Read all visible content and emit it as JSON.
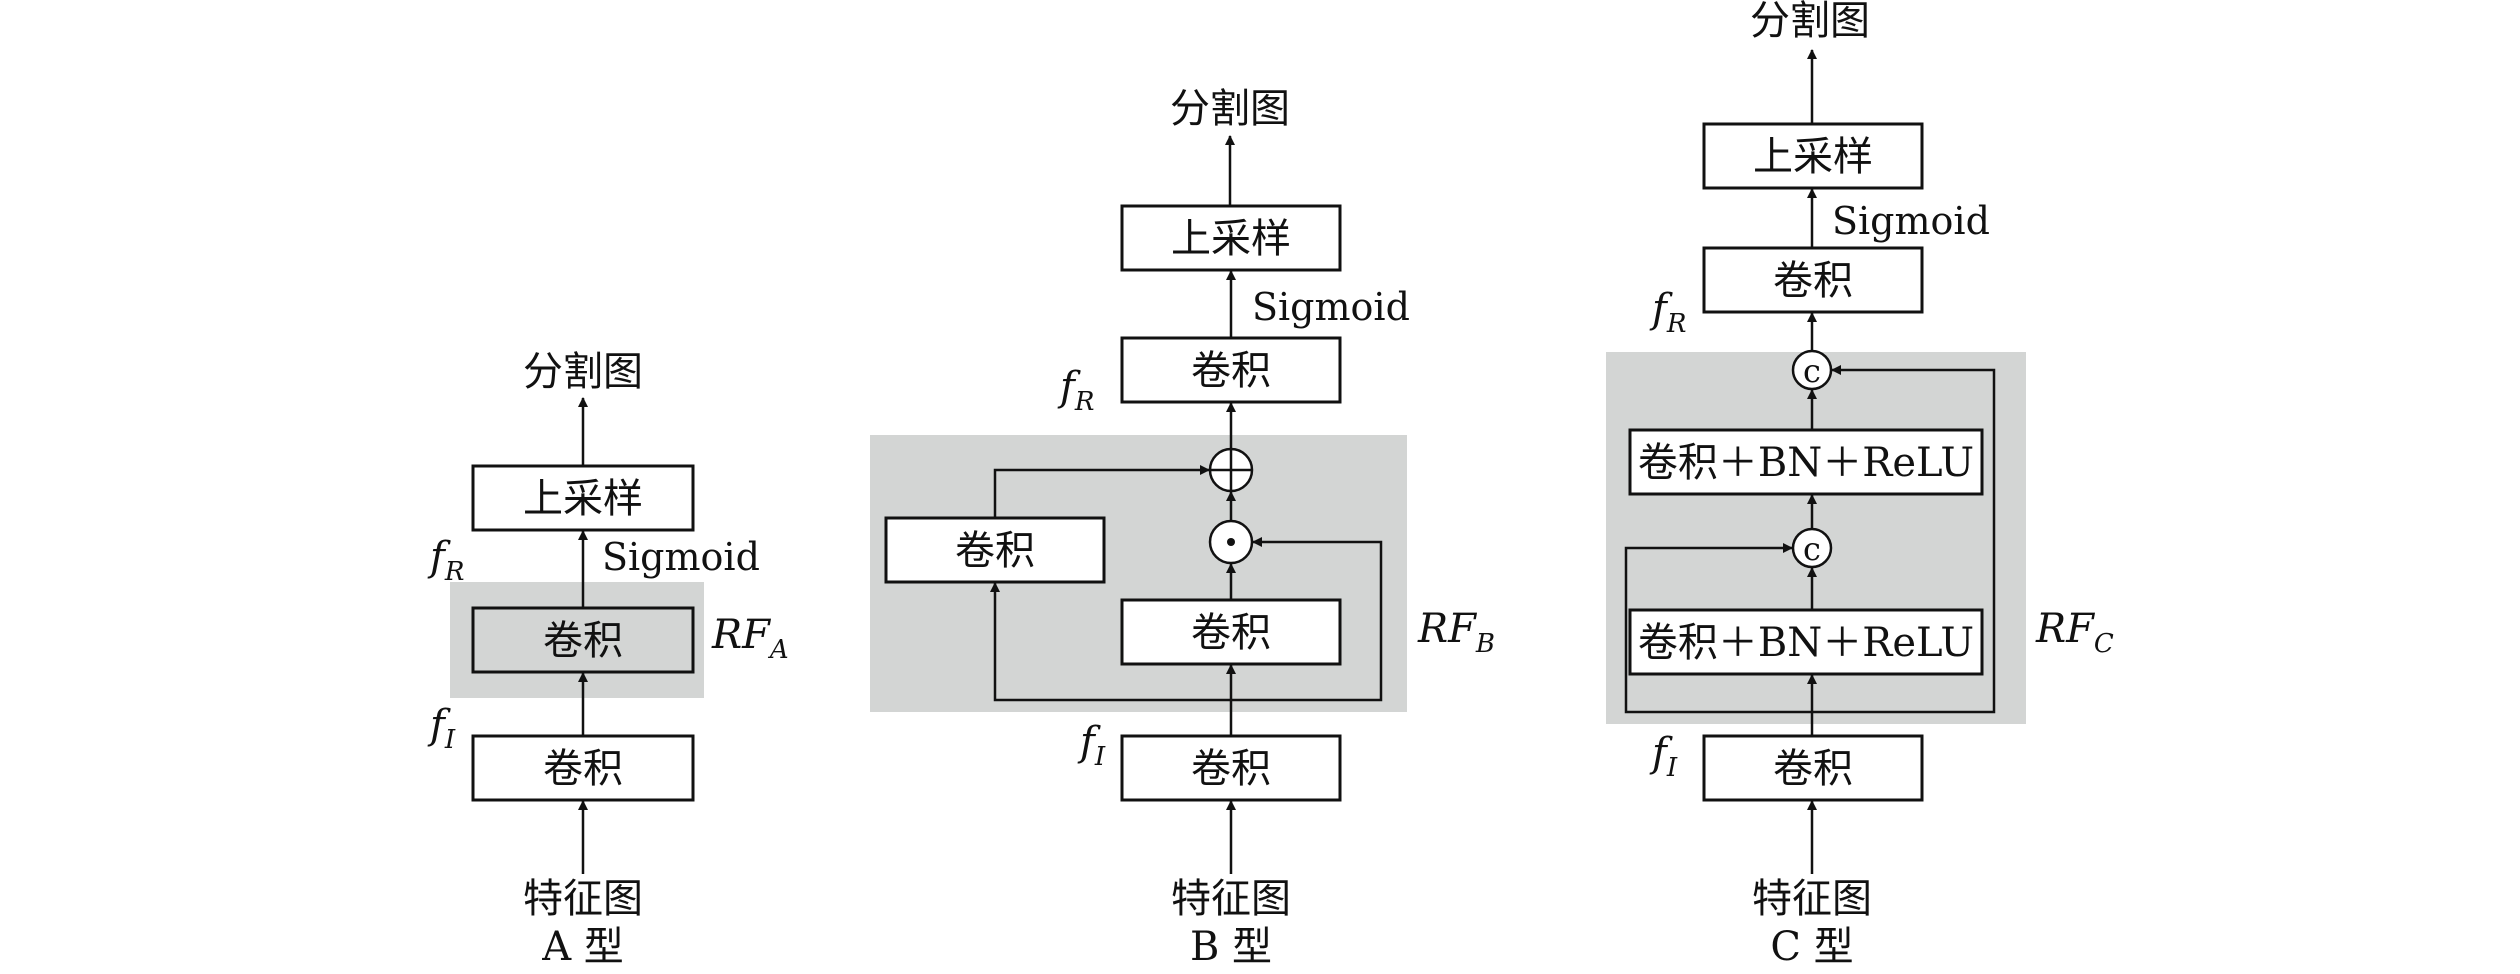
{
  "common": {
    "input_label": "特征图",
    "output_label": "分割图",
    "conv": "卷积",
    "upsample": "上采样",
    "sigmoid": "Sigmoid",
    "conv_bn_relu": "卷积＋BN＋ReLU",
    "f": "f",
    "sub_I": "I",
    "sub_R": "R",
    "rf": "RF",
    "plus_symbol": "⊕",
    "dot_symbol": "⊙",
    "concat_symbol": "c"
  },
  "variants": [
    {
      "caption": "A 型",
      "rf_sub": "A"
    },
    {
      "caption": "B 型",
      "rf_sub": "B"
    },
    {
      "caption": "C 型",
      "rf_sub": "C"
    }
  ]
}
